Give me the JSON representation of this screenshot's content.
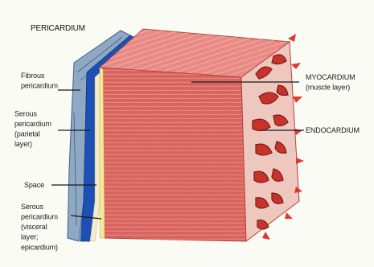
{
  "diagram": {
    "title": "PERICARDIUM",
    "labels": {
      "fibrous": [
        "Fibrous",
        "pericardium"
      ],
      "serous_parietal": [
        "Serous",
        "pericardium",
        "(parietal",
        "layer)"
      ],
      "space": [
        "Space"
      ],
      "serous_visceral": [
        "Serous",
        "pericardium",
        "(visceral",
        "layer;",
        "epicardium)"
      ],
      "myocardium": [
        "MYOCARDIUM",
        "(muscle layer)"
      ],
      "endocardium": [
        "ENDOCARDIUM"
      ]
    },
    "colors": {
      "muscle": "#d9645e",
      "muscle_dark": "#b8423c",
      "muscle_top": "#e98a84",
      "fibrous_layer": "#6e8fb0",
      "parietal_layer": "#1e4fb4",
      "endocardium": "#c8322a",
      "leader": "#1a1a1a"
    }
  }
}
